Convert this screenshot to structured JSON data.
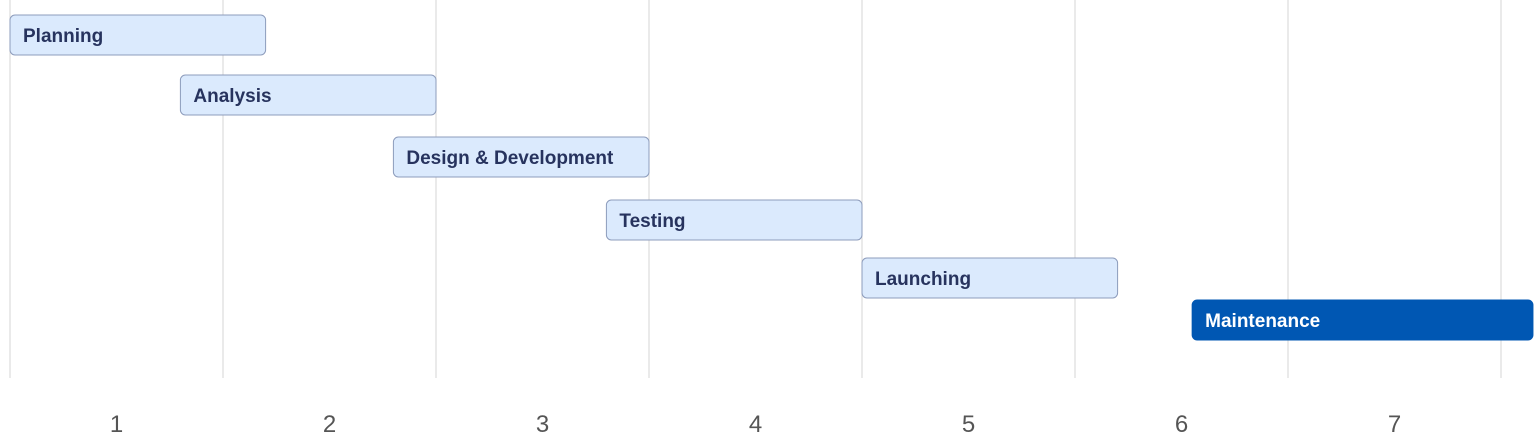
{
  "chart_data": {
    "type": "gantt",
    "title": "",
    "xlabel": "",
    "ylabel": "",
    "x_ticks": [
      "1",
      "2",
      "3",
      "4",
      "5",
      "6",
      "7"
    ],
    "xlim": [
      0.5,
      7.5
    ],
    "grid": "vertical",
    "tasks": [
      {
        "name": "Planning",
        "start": 0.5,
        "end": 1.7,
        "highlight": false
      },
      {
        "name": "Analysis",
        "start": 1.3,
        "end": 2.5,
        "highlight": false
      },
      {
        "name": "Design & Development",
        "start": 2.3,
        "end": 3.5,
        "highlight": false
      },
      {
        "name": "Testing",
        "start": 3.3,
        "end": 4.5,
        "highlight": false
      },
      {
        "name": "Launching",
        "start": 4.5,
        "end": 5.7,
        "highlight": false
      },
      {
        "name": "Maintenance",
        "start": 6.05,
        "end": 7.65,
        "highlight": true
      }
    ],
    "colors": {
      "bar_fill": "#dbeafd",
      "bar_border": "#8d9cbc",
      "bar_text": "#27335e",
      "highlight_fill": "#0057b3",
      "highlight_text": "#ffffff",
      "grid": "#d6d6d6"
    }
  }
}
